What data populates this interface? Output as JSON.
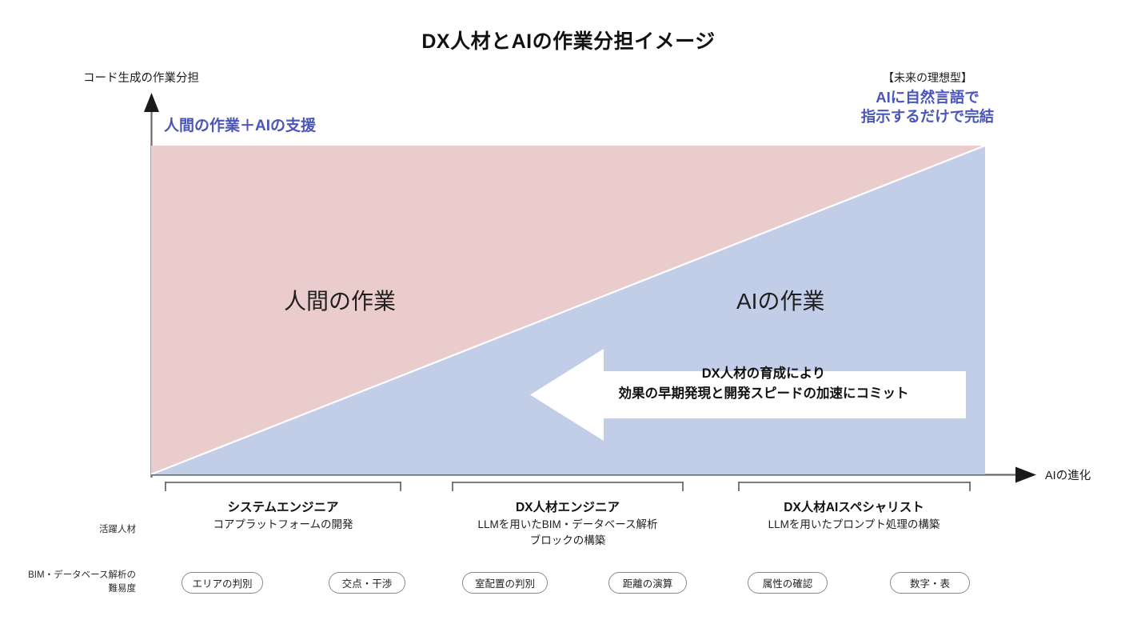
{
  "title": "DX人材とAIの作業分担イメージ",
  "axes": {
    "y_label": "コード生成の作業分担",
    "x_label": "AIの進化"
  },
  "regions": {
    "human_label": "人間の作業",
    "ai_label": "AIの作業",
    "human_color": "#EBCCCD",
    "ai_color": "#C2CDE8"
  },
  "annotations": {
    "left_top": "人間の作業＋AIの支援",
    "right_head": "【未来の理想型】",
    "right_line1": "AIに自然言語で",
    "right_line2": "指示するだけで完結",
    "accent_color": "#4A56B9"
  },
  "commit_arrow": {
    "line1": "DX人材の育成により",
    "line2": "効果の早期発現と開発スピードの加速にコミット",
    "fill": "#FFFFFF",
    "direction": "left"
  },
  "row_labels": {
    "talent": "活躍人材",
    "difficulty_line1": "BIM・データベース解析の",
    "difficulty_line2": "難易度"
  },
  "groups": [
    {
      "title": "システムエンジニア",
      "sub_line1": "コアプラットフォームの開発",
      "sub_line2": "",
      "pills": [
        "エリアの判別",
        "交点・干渉"
      ]
    },
    {
      "title": "DX人材エンジニア",
      "sub_line1": "LLMを用いたBIM・データベース解析",
      "sub_line2": "ブロックの構築",
      "pills": [
        "室配置の判別",
        "距離の演算"
      ]
    },
    {
      "title": "DX人材AIスペシャリスト",
      "sub_line1": "LLMを用いたプロンプト処理の構築",
      "sub_line2": "",
      "pills": [
        "属性の確認",
        "数字・表"
      ]
    }
  ],
  "chart_data": {
    "type": "area",
    "title": "DX人材とAIの作業分担イメージ",
    "xlabel": "AIの進化",
    "ylabel": "コード生成の作業分担",
    "grid": false,
    "legend": "none",
    "xlim": [
      0,
      100
    ],
    "ylim": [
      0,
      100
    ],
    "series": [
      {
        "name": "人間の作業",
        "color": "#EBCCCD",
        "x": [
          0,
          100
        ],
        "values": [
          100,
          0
        ],
        "note": "upper-left triangle: human share falls from 100% to 0% as AI evolves"
      },
      {
        "name": "AIの作業",
        "color": "#C2CDE8",
        "x": [
          0,
          100
        ],
        "values": [
          0,
          100
        ],
        "note": "lower-right triangle: AI share rises from 0% to 100% as AI evolves"
      }
    ],
    "x_categories": [
      "システムエンジニア",
      "DX人材エンジニア",
      "DX人材AIスペシャリスト"
    ]
  }
}
